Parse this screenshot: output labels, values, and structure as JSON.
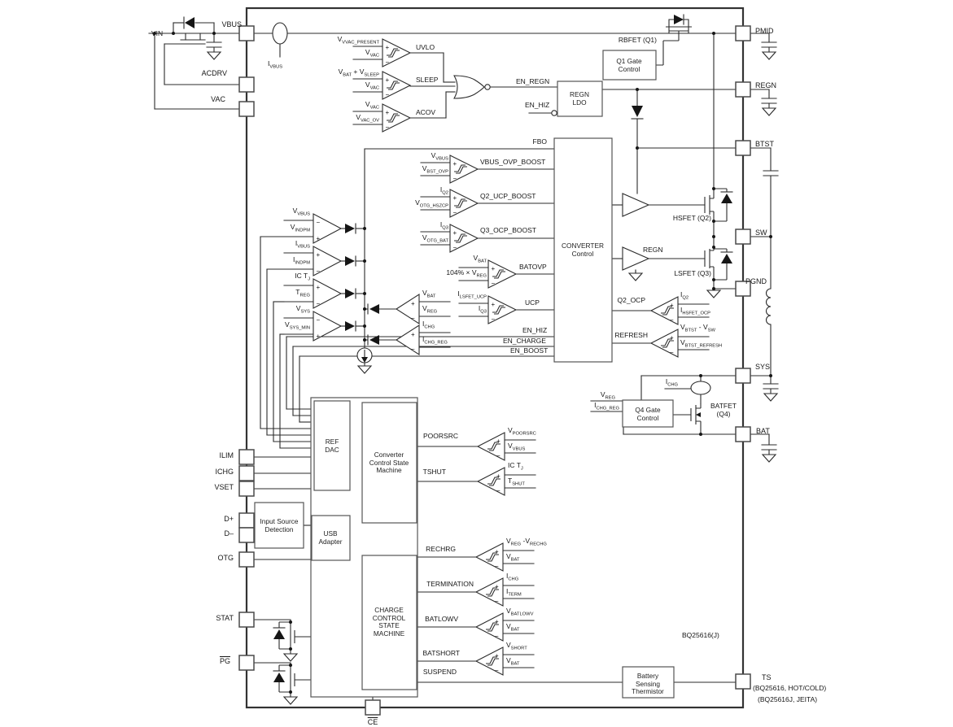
{
  "part_label": "BQ25616(J)",
  "glyphs": {
    "plus": "+",
    "minus": "−"
  },
  "pins": {
    "vbus": "VBUS",
    "acdrv": "ACDRV",
    "vac": "VAC",
    "ilim": "ILIM",
    "ichg_pin": "ICHG",
    "vset": "VSET",
    "dplus": "D+",
    "dminus": "D–",
    "otg": "OTG",
    "stat": "STAT",
    "pg": "PG",
    "pmid": "PMID",
    "regn_pin": "REGN",
    "btst": "BTST",
    "sw": "SW",
    "pgnd": "PGND",
    "sys": "SYS",
    "bat": "BAT",
    "ts": "TS",
    "ce": "CE"
  },
  "boxes": {
    "q1_gate": "Q1 Gate\nControl",
    "regn_ldo": "REGN\nLDO",
    "converter": "CONVERTER\nControl",
    "ref_dac": "REF\nDAC",
    "ccsm": "Converter\nControl State\nMachine",
    "usb": "USB\nAdapter",
    "isd": "Input Source\nDetection",
    "charge_sm": "CHARGE\nCONTROL\nSTATE\nMACHINE",
    "q4_gate": "Q4 Gate\nControl",
    "therm": "Battery\nSensing\nThermistor"
  },
  "labels": {
    "vin": "VIN",
    "ivbus": "I~VBUS~",
    "uvlo_p": "V~VVAC_PRESENT~",
    "uvlo_m": "V~VAC~",
    "uvlo": "UVLO",
    "sleep_p": "V~BAT~ + V~SLEEP~",
    "sleep_m": "V~VAC~",
    "sleep": "SLEEP",
    "acov_p": "V~VAC~",
    "acov_m": "V~VAC_OV~",
    "acov": "ACOV",
    "en_regn": "EN_REGN",
    "en_hiz_top": "EN_HIZ",
    "rbfet": "RBFET (Q1)",
    "fbo": "FBO",
    "vbus_ovp_p": "V~VBUS~",
    "vbus_ovp_m": "V~BST_OVP~",
    "vbus_ovp": "VBUS_OVP_BOOST",
    "q2_ucp_p": "I~Q2~",
    "q2_ucp_m": "V~OTG_HSZCP~",
    "q2_ucp": "Q2_UCP_BOOST",
    "q3_ocp_p": "I~Q3~",
    "q3_ocp_m": "V~OTG_BAT~",
    "q3_ocp": "Q3_OCP_BOOST",
    "batovp_p": "V~BAT~",
    "batovp_m": "104% × V~REG~",
    "batovp": "BATOVP",
    "ucp_p": "I~LSFET_UCP~",
    "ucp_m": "I~Q3~",
    "ucp": "UCP",
    "en_hiz": "EN_HIZ",
    "en_charge": "EN_CHARGE",
    "en_boost": "EN_BOOST",
    "vvbus": "V~VBUS~",
    "vindpm": "V~INDPM~",
    "ivbus2": "I~VBUS~",
    "iindpm": "I~INDPM~",
    "ictj": "IC T~J~",
    "treg": "T~REG~",
    "vsys": "V~SYS~",
    "vsysmin": "V~SYS_MIN~",
    "vbat_amp": "V~BAT~",
    "vreg_amp": "V~REG~",
    "ichg_amp": "I~CHG~",
    "ichgreg_amp": "I~CHG_REG~",
    "hsfet": "HSFET (Q2)",
    "lsfet": "LSFET (Q3)",
    "regn_drv": "REGN",
    "q2ocp": "Q2_OCP",
    "q2ocp_p": "I~Q2~",
    "q2ocp_m": "I~HSFET_OCP~",
    "refresh": "REFRESH",
    "refresh_p": "V~BTST~ - V~SW~",
    "refresh_m": "V~BTST_REFRESH~",
    "q4_vreg": "V~REG~",
    "q4_ichgreg": "I~CHG_REG~",
    "ichg_sense": "I~CHG~",
    "batfet": "BATFET\n(Q4)",
    "poorsrc": "POORSRC",
    "poorsrc_p": "V~POORSRC~",
    "poorsrc_m": "V~VBUS~",
    "tshut": "TSHUT",
    "tshut_p": "IC T~J~",
    "tshut_m": "T~SHUT~",
    "rechrg": "RECHRG",
    "rechrg_p": "V~REG~ -V~RECHG~",
    "rechrg_m": "V~BAT~",
    "term": "TERMINATION",
    "term_p": "I~CHG~",
    "term_m": "I~TERM~",
    "batlowv": "BATLOWV",
    "batlowv_p": "V~BATLOWV~",
    "batlowv_m": "V~BAT~",
    "batshort": "BATSHORT",
    "batshort_p": "V~SHORT~",
    "batshort_m": "V~BAT~",
    "suspend": "SUSPEND",
    "part": "BQ25616(J)",
    "ts_note1": "(BQ25616, HOT/COLD)",
    "ts_note2": "(BQ25616J, JEITA)"
  }
}
